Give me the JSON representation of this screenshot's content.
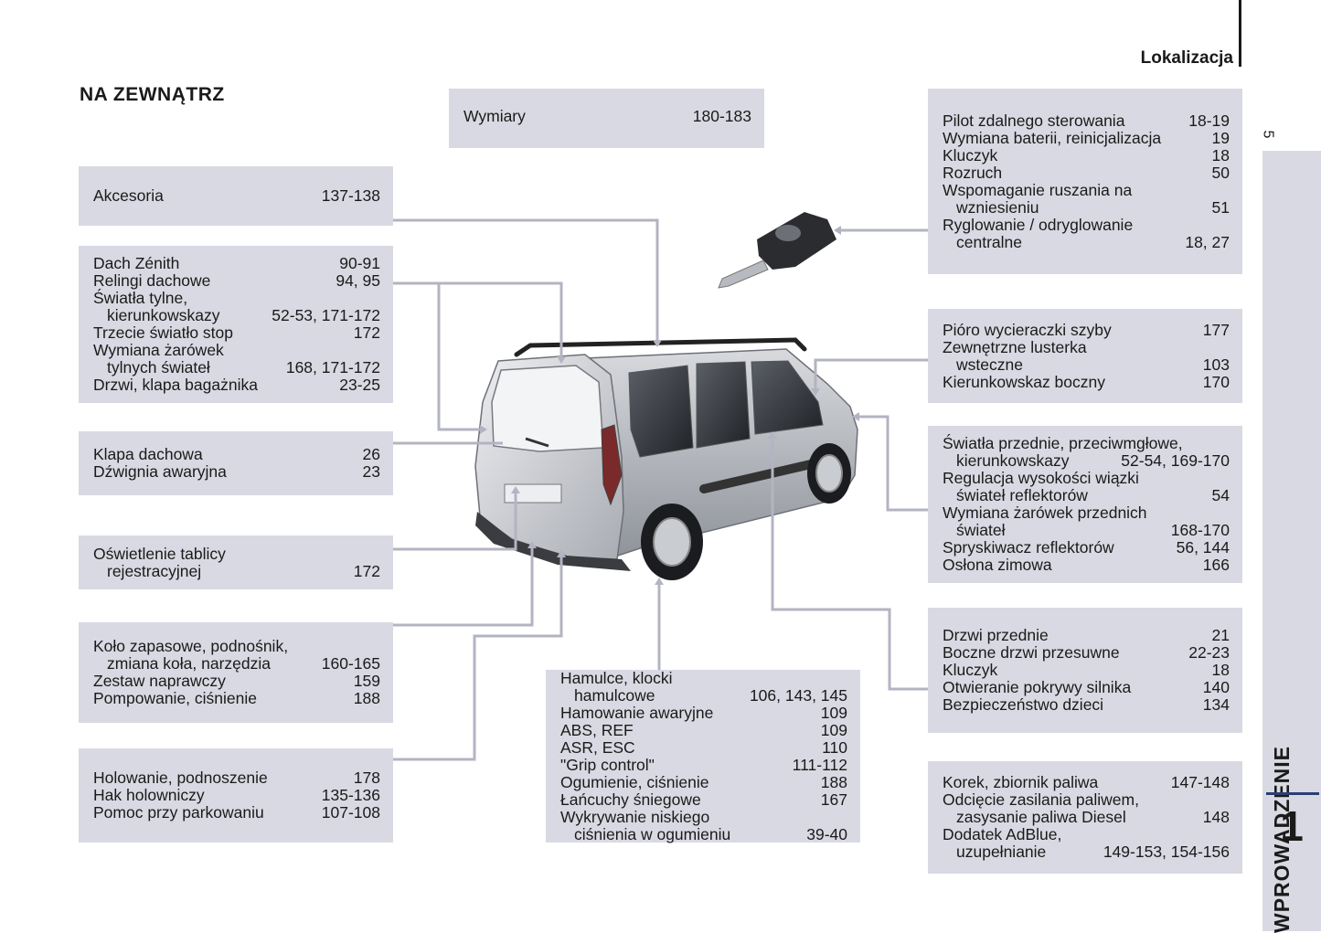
{
  "header": {
    "section": "Lokalizacja",
    "page_number": "5"
  },
  "title": "NA ZEWNĄTRZ",
  "side_tab": {
    "label": "WPROWADZENIE",
    "chapter": "1"
  },
  "boxes": {
    "wymiary": {
      "rows": [
        {
          "label": "Wymiary",
          "page": "180-183"
        }
      ]
    },
    "akcesoria": {
      "rows": [
        {
          "label": "Akcesoria",
          "page": "137-138"
        }
      ]
    },
    "dach": {
      "rows": [
        {
          "label": "Dach Zénith",
          "page": "90-91"
        },
        {
          "label": "Relingi dachowe",
          "page": "94, 95"
        },
        {
          "label": "Światła tylne,",
          "page": ""
        },
        {
          "label": "kierunkowskazy",
          "page": "52-53, 171-172",
          "cont": true
        },
        {
          "label": "Trzecie światło stop",
          "page": "172"
        },
        {
          "label": "Wymiana żarówek",
          "page": ""
        },
        {
          "label": "tylnych świateł",
          "page": "168, 171-172",
          "cont": true
        },
        {
          "label": "Drzwi, klapa bagażnika",
          "page": "23-25"
        }
      ]
    },
    "klapa": {
      "rows": [
        {
          "label": "Klapa dachowa",
          "page": "26"
        },
        {
          "label": "Dźwignia awaryjna",
          "page": "23"
        }
      ]
    },
    "oswietlenie": {
      "rows": [
        {
          "label": "Oświetlenie tablicy",
          "page": ""
        },
        {
          "label": "rejestracyjnej",
          "page": "172",
          "cont": true
        }
      ]
    },
    "kolo": {
      "rows": [
        {
          "label": "Koło zapasowe, podnośnik,",
          "page": ""
        },
        {
          "label": "zmiana koła, narzędzia",
          "page": "160-165",
          "cont": true
        },
        {
          "label": "Zestaw naprawczy",
          "page": "159"
        },
        {
          "label": "Pompowanie, ciśnienie",
          "page": "188"
        }
      ]
    },
    "holowanie": {
      "rows": [
        {
          "label": "Holowanie, podnoszenie",
          "page": "178"
        },
        {
          "label": "Hak holowniczy",
          "page": "135-136"
        },
        {
          "label": "Pomoc przy parkowaniu",
          "page": "107-108"
        }
      ]
    },
    "hamulce": {
      "rows": [
        {
          "label": "Hamulce, klocki",
          "page": ""
        },
        {
          "label": "hamulcowe",
          "page": "106, 143, 145",
          "cont": true
        },
        {
          "label": "Hamowanie awaryjne",
          "page": "109"
        },
        {
          "label": "ABS, REF",
          "page": "109"
        },
        {
          "label": "ASR, ESC",
          "page": "110"
        },
        {
          "label": "\"Grip control\"",
          "page": "111-112"
        },
        {
          "label": "Ogumienie, ciśnienie",
          "page": "188"
        },
        {
          "label": "Łańcuchy śniegowe",
          "page": "167"
        },
        {
          "label": "Wykrywanie niskiego",
          "page": ""
        },
        {
          "label": "ciśnienia w ogumieniu",
          "page": "39-40",
          "cont": true
        }
      ]
    },
    "pilot": {
      "rows": [
        {
          "label": "Pilot zdalnego sterowania",
          "page": "18-19"
        },
        {
          "label": "Wymiana baterii, reinicjalizacja",
          "page": "19"
        },
        {
          "label": "Kluczyk",
          "page": "18"
        },
        {
          "label": "Rozruch",
          "page": "50"
        },
        {
          "label": "Wspomaganie ruszania na",
          "page": ""
        },
        {
          "label": "wzniesieniu",
          "page": "51",
          "cont": true
        },
        {
          "label": "Ryglowanie / odryglowanie",
          "page": ""
        },
        {
          "label": "centralne",
          "page": "18, 27",
          "cont": true
        }
      ]
    },
    "pioro": {
      "rows": [
        {
          "label": "Pióro wycieraczki szyby",
          "page": "177"
        },
        {
          "label": "Zewnętrzne lusterka",
          "page": ""
        },
        {
          "label": "wsteczne",
          "page": "103",
          "cont": true
        },
        {
          "label": "Kierunkowskaz boczny",
          "page": "170"
        }
      ]
    },
    "swiatla": {
      "rows": [
        {
          "label": "Światła przednie, przeciwmgłowe,",
          "page": ""
        },
        {
          "label": "kierunkowskazy",
          "page": "52-54, 169-170",
          "cont": true
        },
        {
          "label": "Regulacja wysokości wiązki",
          "page": ""
        },
        {
          "label": "świateł reflektorów",
          "page": "54",
          "cont": true
        },
        {
          "label": "Wymiana żarówek przednich",
          "page": ""
        },
        {
          "label": "świateł",
          "page": "168-170",
          "cont": true
        },
        {
          "label": "Spryskiwacz reflektorów",
          "page": "56, 144"
        },
        {
          "label": "Osłona zimowa",
          "page": "166"
        }
      ]
    },
    "drzwi": {
      "rows": [
        {
          "label": "Drzwi przednie",
          "page": "21"
        },
        {
          "label": "Boczne drzwi przesuwne",
          "page": "22-23"
        },
        {
          "label": "Kluczyk",
          "page": "18"
        },
        {
          "label": "Otwieranie pokrywy silnika",
          "page": "140"
        },
        {
          "label": "Bezpieczeństwo dzieci",
          "page": "134"
        }
      ]
    },
    "korek": {
      "rows": [
        {
          "label": "Korek, zbiornik paliwa",
          "page": "147-148"
        },
        {
          "label": "Odcięcie zasilania paliwem,",
          "page": ""
        },
        {
          "label": "zasysanie paliwa Diesel",
          "page": "148",
          "cont": true
        },
        {
          "label": "Dodatek AdBlue,",
          "page": ""
        },
        {
          "label": "uzupełnianie",
          "page": "149-153, 154-156",
          "cont": true
        }
      ]
    }
  }
}
